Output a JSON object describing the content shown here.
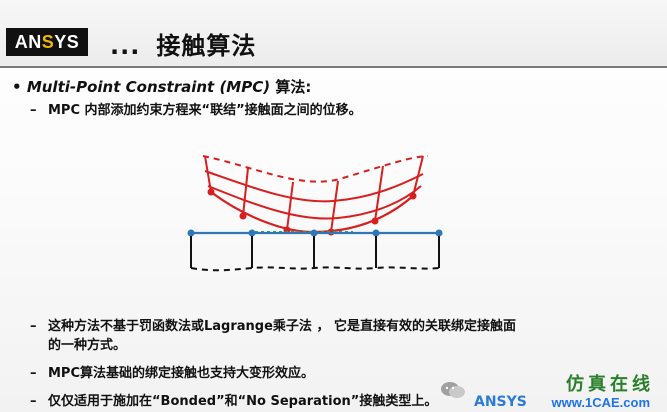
{
  "header": {
    "logo_text_left": "AN",
    "logo_text_slash": "S",
    "logo_text_right": "YS",
    "title_prefix": "...",
    "title": "接触算法"
  },
  "content": {
    "main_bullet_italic": "Multi-Point Constraint (MPC)",
    "main_bullet_suffix": " 算法:",
    "subs": [
      "MPC 内部添加约束方程来“联结”接触面之间的位移。",
      "这种方法不基于罚函数法或Lagrange乘子法 ， 它是直接有效的关联绑定接触面",
      "的一种方式。",
      "MPC算法基础的绑定接触也支持大变形效应。",
      "仅仅适用于施加在“Bonded”和“No Separation”接触类型上。"
    ]
  },
  "watermark": {
    "top": "仿真在线",
    "bottom_left": "ANSYS",
    "site": "www.1CAE.com"
  },
  "colors": {
    "red": "#d81e1e",
    "blue": "#2e78b8",
    "green": "#2aa84a"
  },
  "icons": {
    "bullet": "bullet-dot",
    "wechat": "wechat-icon"
  }
}
